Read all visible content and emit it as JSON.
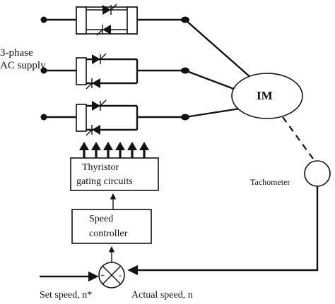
{
  "labels": {
    "supply_line1": "3-phase",
    "supply_line2": "AC supply",
    "motor": "IM",
    "gating_line1": "Thyristor",
    "gating_line2": "gating circuits",
    "speed_ctrl_line1": "Speed",
    "speed_ctrl_line2": "controller",
    "tachometer": "Tachometer",
    "set_speed": "Set speed, n*",
    "actual_speed": "Actual speed, n",
    "plus_sign": "+",
    "minus_sign": "-"
  },
  "colors": {
    "stroke": "#111111",
    "background": "#ffffff"
  }
}
